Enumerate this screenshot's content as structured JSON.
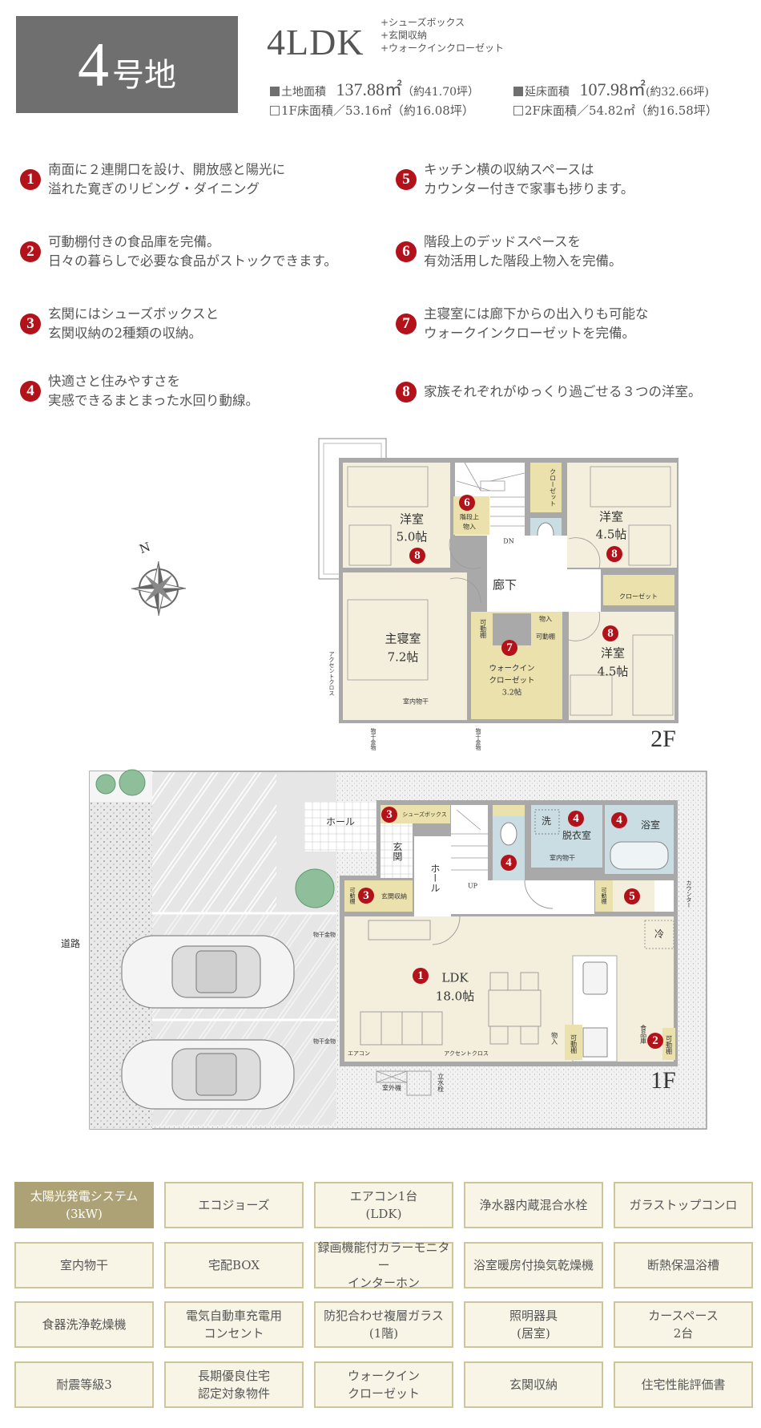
{
  "header": {
    "lot_number": "4",
    "lot_suffix": "号地",
    "layout": "4LDK",
    "extras": [
      "+シューズボックス",
      "+玄関収納",
      "+ウォークインクローゼット"
    ],
    "land_area": {
      "label": "土地面積",
      "value": "137.88㎡",
      "tsubo": "（約41.70坪）"
    },
    "total_floor_area": {
      "label": "延床面積",
      "value": "107.98㎡",
      "tsubo": "(約32.66坪)"
    },
    "floor1_area": {
      "label": "1F床面積／53.16㎡",
      "tsubo": "（約16.08坪）"
    },
    "floor2_area": {
      "label": "2F床面積／54.82㎡",
      "tsubo": "（約16.58坪）"
    }
  },
  "features": [
    {
      "num": "1",
      "lines": [
        "南面に２連開口を設け、開放感と陽光に",
        "溢れた寛ぎのリビング・ダイニング"
      ]
    },
    {
      "num": "2",
      "lines": [
        "可動棚付きの食品庫を完備。",
        "日々の暮らしで必要な食品がストックできます。"
      ]
    },
    {
      "num": "3",
      "lines": [
        "玄関にはシューズボックスと",
        "玄関収納の2種類の収納。"
      ]
    },
    {
      "num": "4",
      "lines": [
        "快適さと住みやすさを",
        "実感できるまとまった水回り動線。"
      ]
    },
    {
      "num": "5",
      "lines": [
        "キッチン横の収納スペースは",
        "カウンター付きで家事も捗ります。"
      ]
    },
    {
      "num": "6",
      "lines": [
        "階段上のデッドスペースを",
        "有効活用した階段上物入を完備。"
      ]
    },
    {
      "num": "7",
      "lines": [
        "主寝室には廊下からの出入りも可能な",
        "ウォークインクローゼットを完備。"
      ]
    },
    {
      "num": "8",
      "lines": [
        "家族それぞれがゆっくり過ごせる３つの洋室。"
      ]
    }
  ],
  "compass": {
    "north": "N"
  },
  "plan_2f": {
    "floor": "2F",
    "room1": "洋室",
    "room1_size": "5.0帖",
    "room2": "洋室",
    "room2_size": "4.5帖",
    "room3": "洋室",
    "room3_size": "4.5帖",
    "master": "主寝室",
    "master_size": "7.2帖",
    "wic": "ウォークイン",
    "wic2": "クローゼット",
    "wic_size": "3.2帖",
    "hall": "廊下",
    "dn": "DN",
    "stair_storage": "階段上",
    "stair_storage2": "物入",
    "closet": "クローゼット",
    "shelf": "可動棚",
    "storage": "物入",
    "drying": "室内物干",
    "accent": "アクセントクロス",
    "hanger": "物干金物"
  },
  "plan_1f": {
    "floor": "1F",
    "road": "道路",
    "hall_outer": "ホール",
    "genkan": "玄関",
    "hall": "ホール",
    "up": "UP",
    "shoebox": "シューズボックス",
    "entry_storage": "玄関収納",
    "shelf": "可動棚",
    "wash": "洗",
    "dressing": "脱衣室",
    "drying": "室内物干",
    "bath": "浴室",
    "counter": "カウンター",
    "fridge": "冷",
    "ldk": "LDK",
    "ldk_size": "18.0帖",
    "storage": "物入",
    "pantry": "食品庫",
    "aircon": "エアコン",
    "accent": "アクセントクロス",
    "outdoor_unit": "室外機",
    "faucet": "立水栓",
    "hanger": "物干金物"
  },
  "equipment": [
    {
      "lines": [
        "太陽光発電システム",
        "(3kW)"
      ],
      "highlight": true
    },
    {
      "lines": [
        "エコジョーズ"
      ]
    },
    {
      "lines": [
        "エアコン1台",
        "(LDK)"
      ]
    },
    {
      "lines": [
        "浄水器内蔵混合水栓"
      ]
    },
    {
      "lines": [
        "ガラストップコンロ"
      ]
    },
    {
      "lines": [
        "室内物干"
      ]
    },
    {
      "lines": [
        "宅配BOX"
      ]
    },
    {
      "lines": [
        "録画機能付カラーモニター",
        "インターホン"
      ]
    },
    {
      "lines": [
        "浴室暖房付換気乾燥機"
      ]
    },
    {
      "lines": [
        "断熱保温浴槽"
      ]
    },
    {
      "lines": [
        "食器洗浄乾燥機"
      ]
    },
    {
      "lines": [
        "電気自動車充電用",
        "コンセント"
      ]
    },
    {
      "lines": [
        "防犯合わせ複層ガラス",
        "(1階)"
      ]
    },
    {
      "lines": [
        "照明器具",
        "(居室)"
      ]
    },
    {
      "lines": [
        "カースペース",
        "2台"
      ]
    },
    {
      "lines": [
        "耐震等級3"
      ]
    },
    {
      "lines": [
        "長期優良住宅",
        "認定対象物件"
      ]
    },
    {
      "lines": [
        "ウォークイン",
        "クローゼット"
      ]
    },
    {
      "lines": [
        "玄関収納"
      ]
    },
    {
      "lines": [
        "住宅性能評価書"
      ]
    }
  ],
  "colors": {
    "accent_red": "#b3121b",
    "gold": "#ada275",
    "header_gray": "#6f6f6f",
    "room_cream": "#f3efdc",
    "storage_yellow": "#ebe1ad",
    "wet_blue": "#c9dde3"
  }
}
